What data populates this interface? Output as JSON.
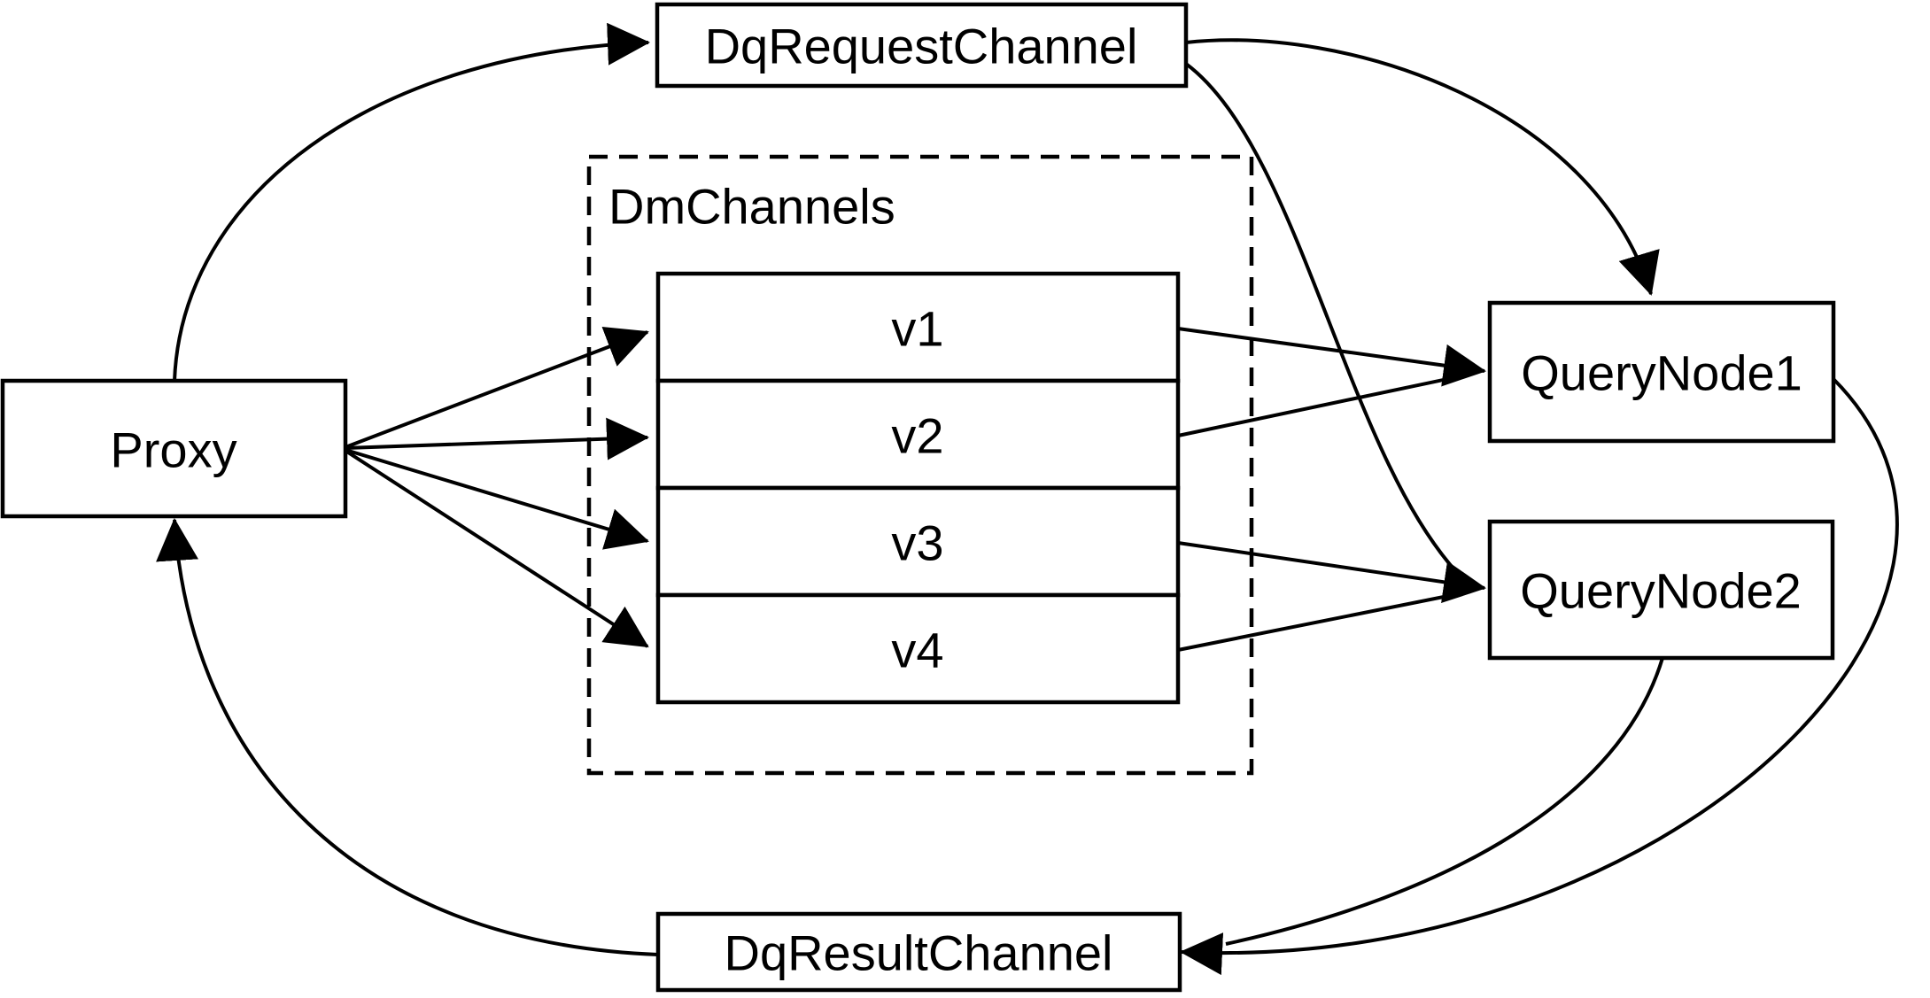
{
  "diagram": {
    "background_color": "#ffffff",
    "line_color": "#000000",
    "nodes": {
      "proxy": {
        "label": "Proxy"
      },
      "dq_request_channel": {
        "label": "DqRequestChannel"
      },
      "dm_channels_group": {
        "label": "DmChannels"
      },
      "channels": [
        {
          "label": "v1"
        },
        {
          "label": "v2"
        },
        {
          "label": "v3"
        },
        {
          "label": "v4"
        }
      ],
      "query_node_1": {
        "label": "QueryNode1"
      },
      "query_node_2": {
        "label": "QueryNode2"
      },
      "dq_result_channel": {
        "label": "DqResultChannel"
      }
    },
    "edges": [
      {
        "from": "Proxy",
        "to": "DqRequestChannel"
      },
      {
        "from": "DqRequestChannel",
        "to": "QueryNode1"
      },
      {
        "from": "DqRequestChannel",
        "to": "QueryNode2"
      },
      {
        "from": "Proxy",
        "to": "v1"
      },
      {
        "from": "Proxy",
        "to": "v2"
      },
      {
        "from": "Proxy",
        "to": "v3"
      },
      {
        "from": "Proxy",
        "to": "v4"
      },
      {
        "from": "v1",
        "to": "QueryNode1"
      },
      {
        "from": "v2",
        "to": "QueryNode1"
      },
      {
        "from": "v3",
        "to": "QueryNode2"
      },
      {
        "from": "v4",
        "to": "QueryNode2"
      },
      {
        "from": "QueryNode1",
        "to": "DqResultChannel"
      },
      {
        "from": "QueryNode2",
        "to": "DqResultChannel"
      },
      {
        "from": "DqResultChannel",
        "to": "Proxy"
      }
    ]
  }
}
